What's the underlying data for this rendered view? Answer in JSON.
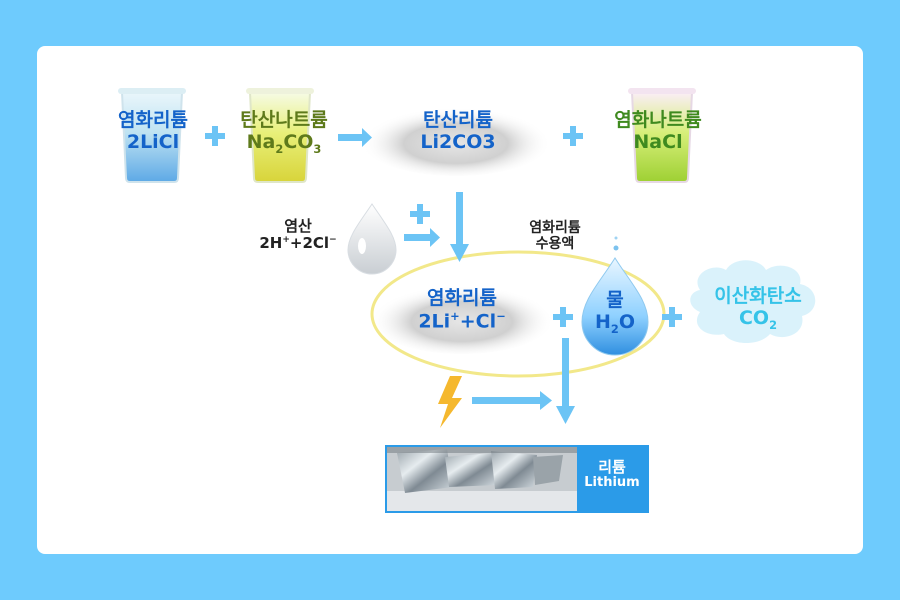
{
  "diagram": {
    "reactant_licl": {
      "name": "염화리튬",
      "formula": "2LiCl"
    },
    "reactant_na2co3": {
      "name": "탄산나트륨",
      "formula_parts": [
        "Na",
        "2",
        "CO",
        "3"
      ]
    },
    "product_li2co3": {
      "name": "탄산리튬",
      "formula": "Li2CO3"
    },
    "product_nacl": {
      "name": "염화나트륨",
      "formula": "NaCl"
    },
    "acid": {
      "name": "염산",
      "formula_parts": [
        "2H",
        "+",
        "+2Cl",
        "−"
      ]
    },
    "solution_label": {
      "line1": "염화리튬",
      "line2": "수용액"
    },
    "licl_ions": {
      "name": "염화리튬",
      "formula_parts": [
        "2Li",
        "+",
        "+Cl",
        "−"
      ]
    },
    "water": {
      "name": "물",
      "formula_parts": [
        "H",
        "2",
        "O"
      ]
    },
    "co2": {
      "name": "이산화탄소",
      "formula_parts": [
        "CO",
        "2"
      ]
    },
    "result": {
      "name": "리튬",
      "english": "Lithium"
    },
    "operators": {
      "plus": "+"
    },
    "colors": {
      "page_bg": "#6ecbfd",
      "card_bg": "#ffffff",
      "arrow": "#6cc4f5",
      "plus": "#6cc4f5",
      "ellipse": "#f2e88a",
      "title_blue": "#1463c9",
      "co2_cyan": "#35c3e8",
      "lithium_box": "#2b9be8",
      "lightning": "#f5b82e"
    },
    "icons": [
      "beaker-blue-icon",
      "beaker-yellow-icon",
      "beaker-green-icon",
      "powder-pile-icon",
      "acid-drop-icon",
      "water-drop-icon",
      "co2-cloud-icon",
      "lightning-icon",
      "lithium-metal-image"
    ]
  }
}
